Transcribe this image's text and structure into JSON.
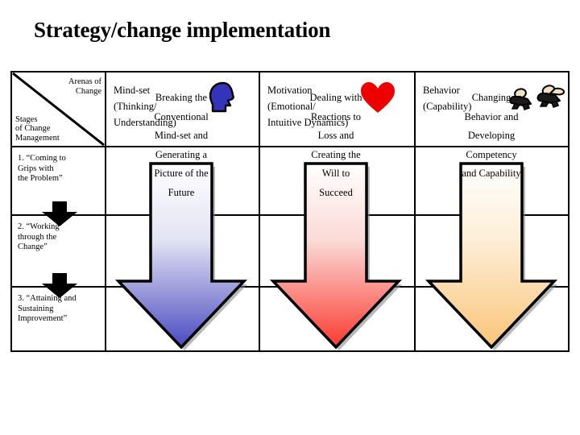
{
  "slide": {
    "title": "Strategy/change implementation"
  },
  "matrix": {
    "corner": {
      "column_axis_label": "Arenas of\nChange",
      "row_axis_label": "Stages\nof Change\nManagement"
    },
    "columns": [
      {
        "heading": "Mind-set\n(Thinking/\nUnderstanding)",
        "icon": "blue-head-profile-icon",
        "icon_color": "#3333bb",
        "arrow_label": "Breaking the\nConventional\nMind-set and\nGenerating a\nPicture of the\nFuture",
        "arrow_color": "#4a4ac0",
        "arrow_gradient_from": "#ffffff"
      },
      {
        "heading": "Motivation\n(Emotional/\nIntuitive Dynamics)",
        "icon": "red-heart-icon",
        "icon_color": "#ee0000",
        "arrow_label": "Dealing with\nReactions to\nLoss and\nCreating the\nWill to\nSucceed",
        "arrow_color": "#fb3a30",
        "arrow_gradient_from": "#ffffff"
      },
      {
        "heading": "Behavior\n(Capability)",
        "icon": "running-figures-icon",
        "icon_color": "#f2dfc4",
        "arrow_label": "Changing\nBehavior and\nDeveloping\nCompetency\nand Capability",
        "arrow_color": "#fac579",
        "arrow_gradient_from": "#ffffff"
      }
    ],
    "stages": [
      {
        "label": "1. “Coming to\n     Grips with\n     the Problem”"
      },
      {
        "label": "2. “Working\n     through the\n     Change”"
      },
      {
        "label": "3. “Attaining and\n     Sustaining\n     Improvement”"
      }
    ],
    "stage_connector_icon": "down-arrow-icon",
    "border_color": "#000000"
  }
}
